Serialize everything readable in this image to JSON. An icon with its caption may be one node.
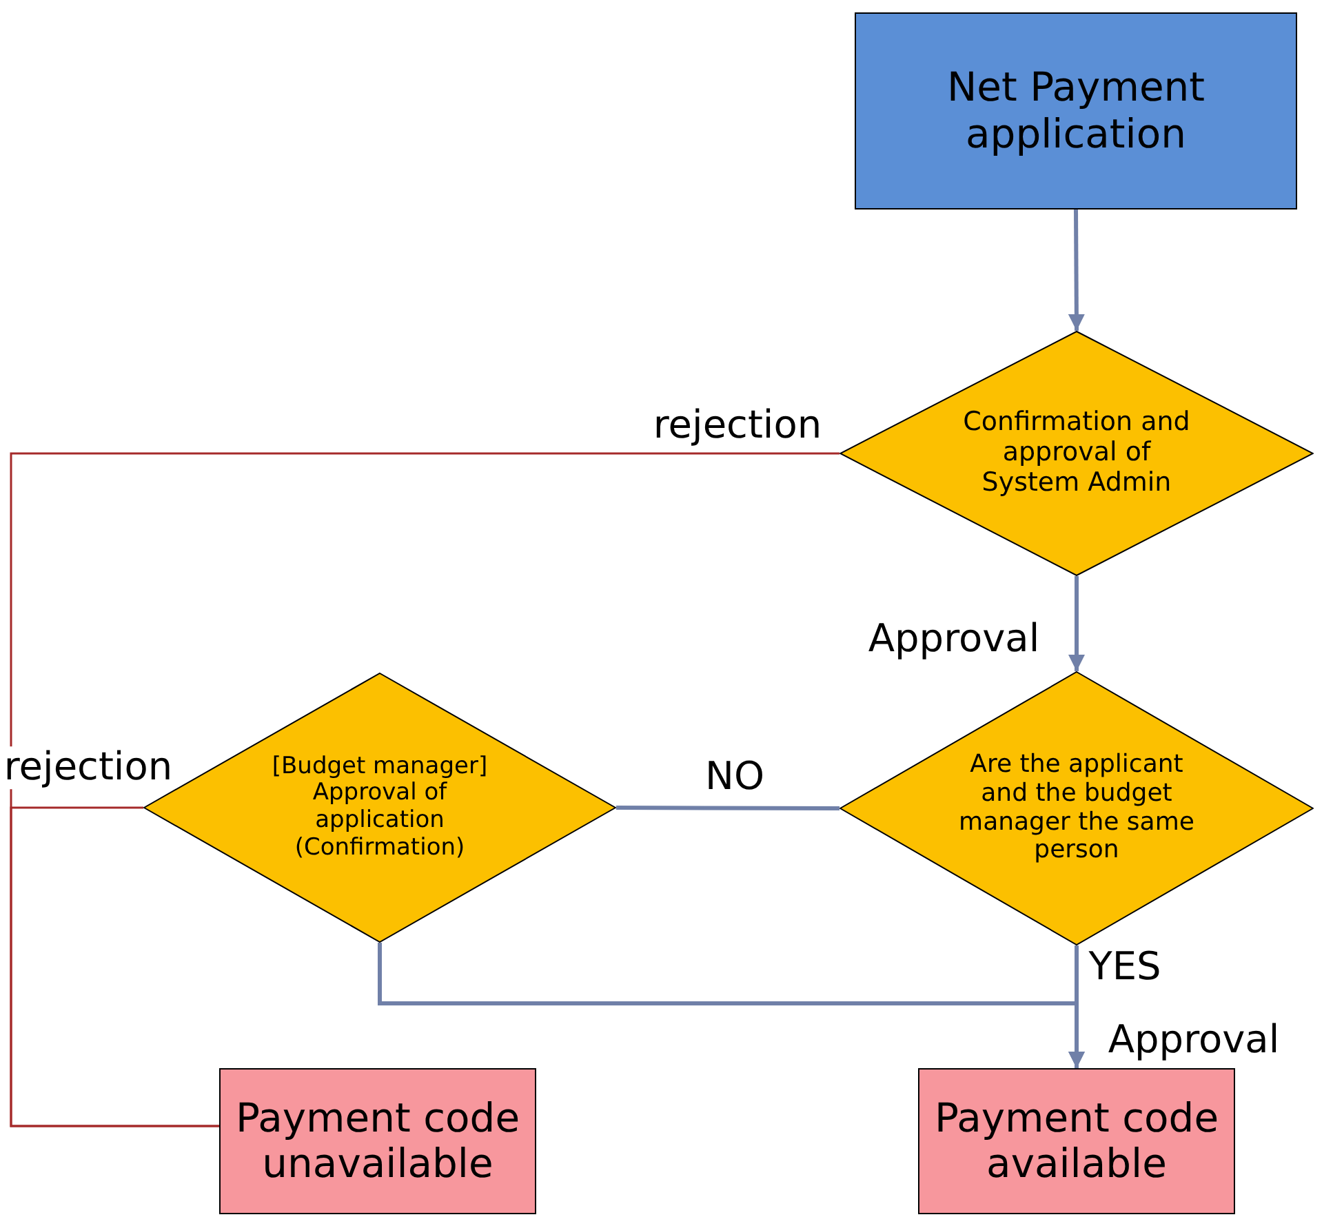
{
  "diagram": {
    "nodes": [
      {
        "text": [
          "Net Payment application"
        ]
      },
      {
        "text": [
          "Confirmation and approval of System Admin"
        ]
      },
      {
        "text": [
          "Are the applicant and the budget manager the same person"
        ]
      },
      {
        "text": [
          "[Budget manager] Approval of application (Confirmation)"
        ]
      },
      {
        "text": [
          "Payment code unavailable"
        ]
      },
      {
        "text": [
          "Payment code available"
        ]
      }
    ],
    "edges": [
      {
        "from": 0,
        "to": 1,
        "arrow": "to"
      },
      {
        "from": 1,
        "to": 2,
        "arrow": "to",
        "label": "Approval"
      },
      {
        "from": 2,
        "to": 3,
        "arrow": "none",
        "label": "NO"
      },
      {
        "from": 2,
        "to": 5,
        "arrow": "to",
        "label": "YES"
      },
      {
        "from": 3,
        "to": 5,
        "arrow": "to",
        "label": "Approval"
      },
      {
        "from": 1,
        "to": 4,
        "arrow": "none",
        "label": "rejection",
        "color": "#a52a2a"
      },
      {
        "from": 3,
        "to": 4,
        "arrow": "none",
        "label": "rejection",
        "color": "#a52a2a"
      }
    ]
  }
}
